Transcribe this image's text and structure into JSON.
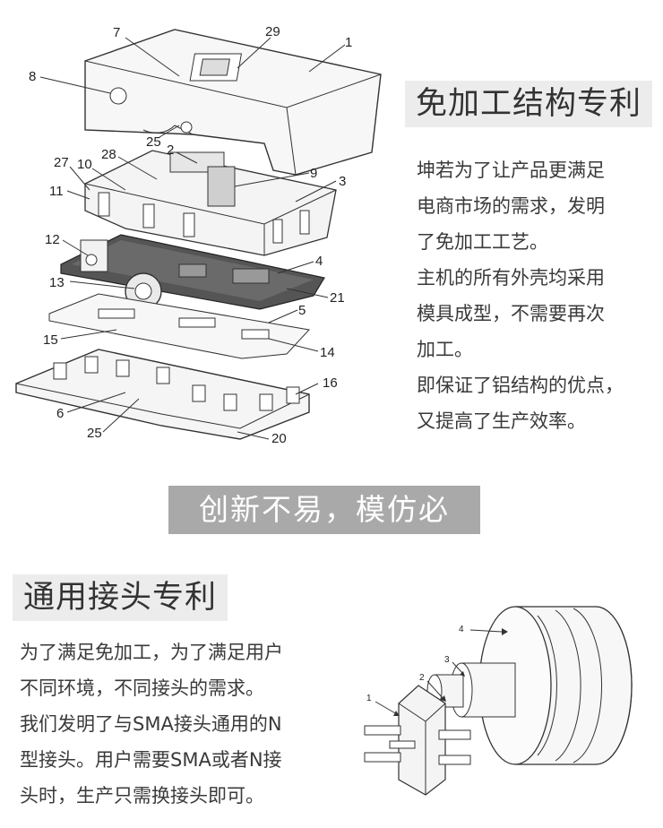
{
  "section1": {
    "heading": "免加工结构专利",
    "paragraphs": [
      "坤若为了让产品更满足",
      "电商市场的需求，发明",
      "了免加工工艺。",
      "主机的所有外壳均采用",
      "模具成型，不需要再次",
      "加工。",
      "即保证了铝结构的优点，",
      "又提高了生产效率。"
    ],
    "diagram_labels": [
      "7",
      "29",
      "1",
      "8",
      "25",
      "2",
      "28",
      "27",
      "10",
      "9",
      "3",
      "11",
      "12",
      "4",
      "13",
      "21",
      "5",
      "15",
      "14",
      "16",
      "6",
      "25",
      "20"
    ]
  },
  "banner": {
    "text": "创新不易，模仿必究。"
  },
  "section2": {
    "heading": "通用接头专利",
    "paragraphs": [
      "为了满足免加工，为了满足用户",
      "不同环境，不同接头的需求。",
      "我们发明了与SMA接头通用的N",
      "型接头。用户需要SMA或者N接",
      "头时，生产只需换接头即可。"
    ],
    "diagram_labels": [
      "4",
      "3",
      "2",
      "1"
    ]
  }
}
